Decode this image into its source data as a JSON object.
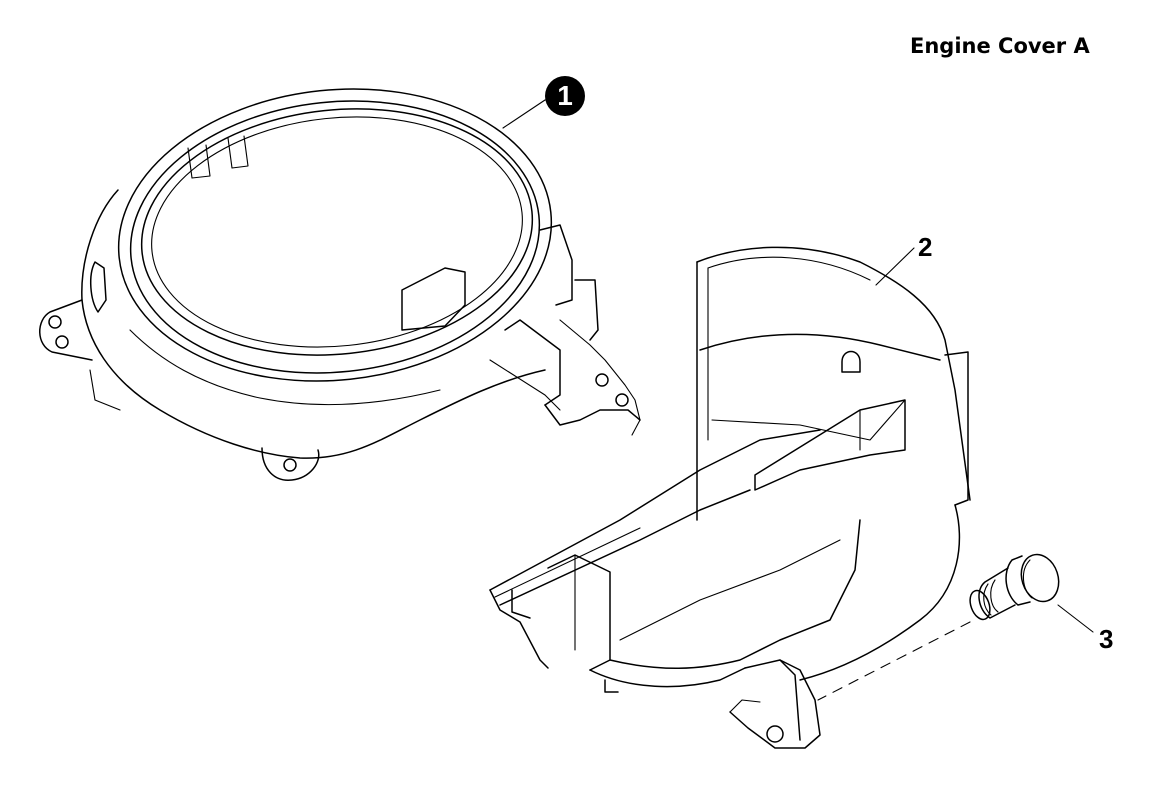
{
  "diagram": {
    "title": "Engine Cover A",
    "callouts": [
      {
        "id": "1",
        "label": "1",
        "style": "filled-circle"
      },
      {
        "id": "2",
        "label": "2",
        "style": "plain"
      },
      {
        "id": "3",
        "label": "3",
        "style": "plain"
      }
    ]
  }
}
